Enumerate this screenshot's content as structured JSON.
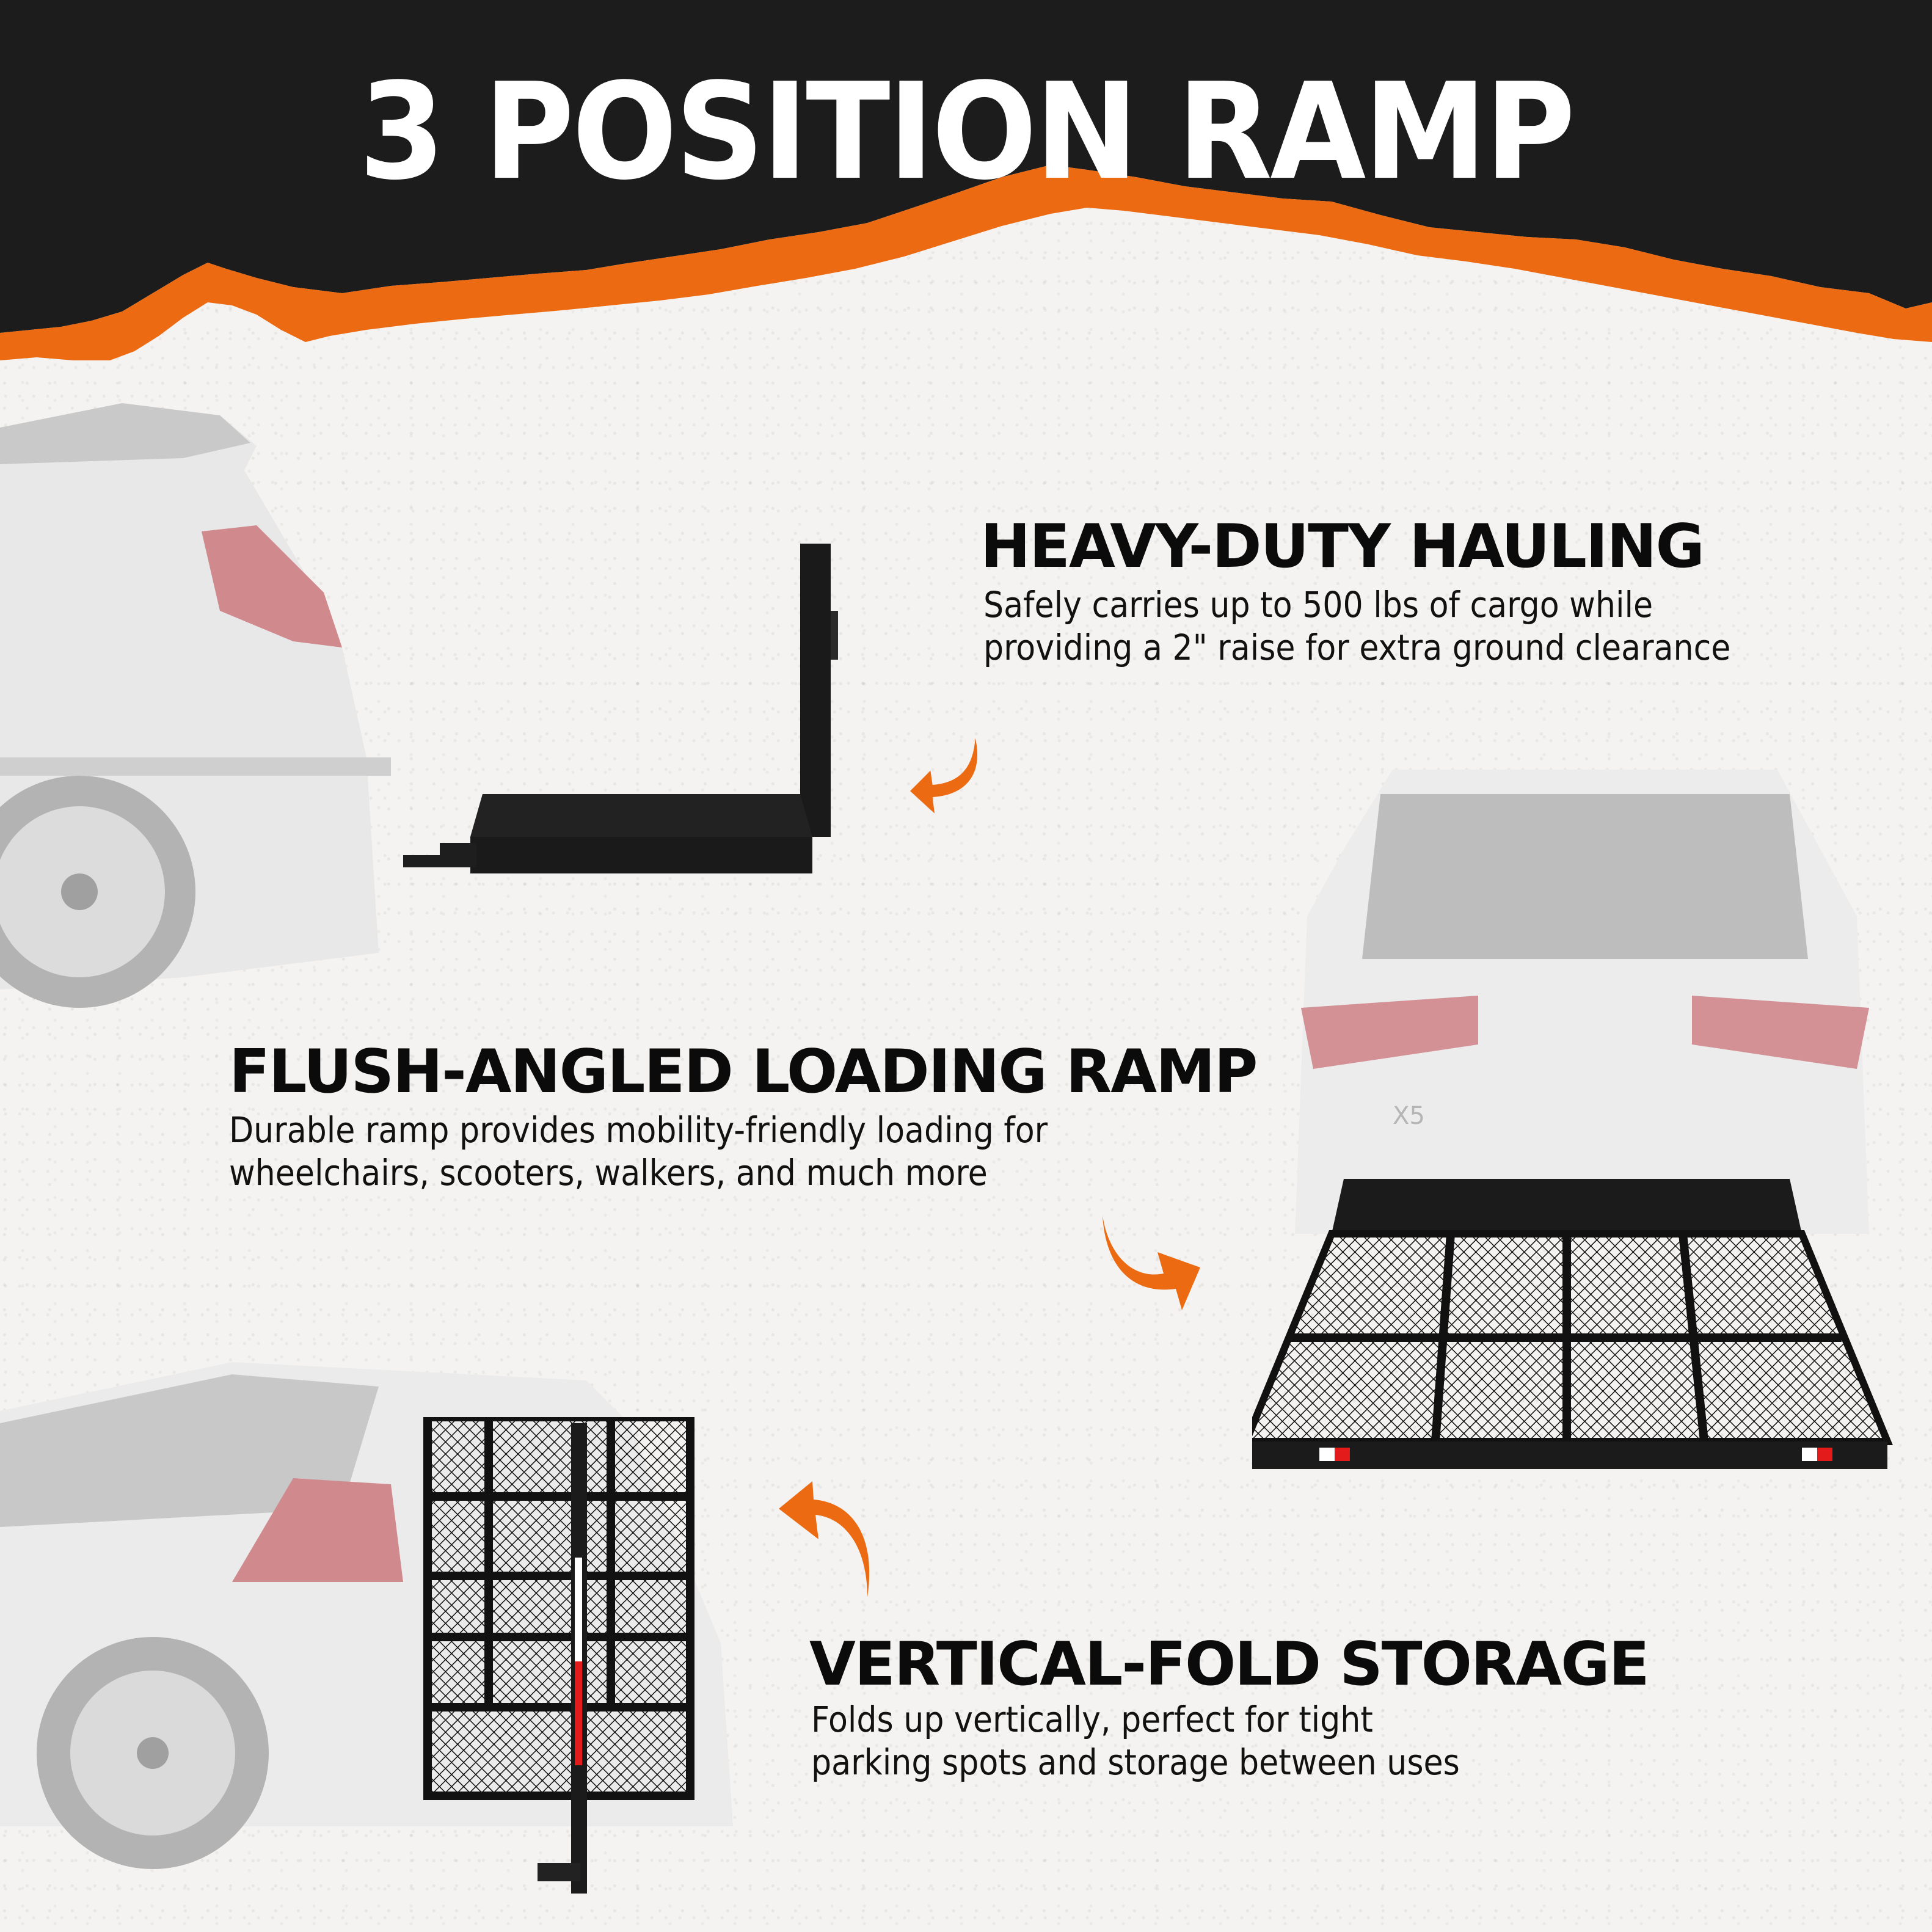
{
  "banner": {
    "title": "3 POSITION RAMP",
    "background_color": "#1c1c1c",
    "accent_color": "#ec6a12"
  },
  "sections": [
    {
      "heading": "HEAVY-DUTY HAULING",
      "description_lines": [
        "Safely carries up to 500 lbs of cargo while",
        "providing a 2\" raise for extra ground clearance"
      ],
      "image": "suv-rear-side-with-carrier-ramp-upright",
      "arrow": "curved-arrow-left"
    },
    {
      "heading": "FLUSH-ANGLED LOADING RAMP",
      "description_lines": [
        "Durable ramp provides mobility-friendly loading for",
        "wheelchairs, scooters, walkers, and much more"
      ],
      "image": "suv-rear-with-ramp-lowered",
      "car_badge": "X5",
      "arrow": "curved-arrow-right-down"
    },
    {
      "heading": "VERTICAL-FOLD STORAGE",
      "description_lines": [
        "Folds up vertically, perfect for tight",
        "parking spots and storage between uses"
      ],
      "image": "suv-rear-side-with-carrier-folded",
      "arrow": "curved-arrow-up-left"
    }
  ],
  "colors": {
    "orange": "#ec6a12",
    "black": "#1c1c1c",
    "reflector_red": "#e41b1b"
  }
}
